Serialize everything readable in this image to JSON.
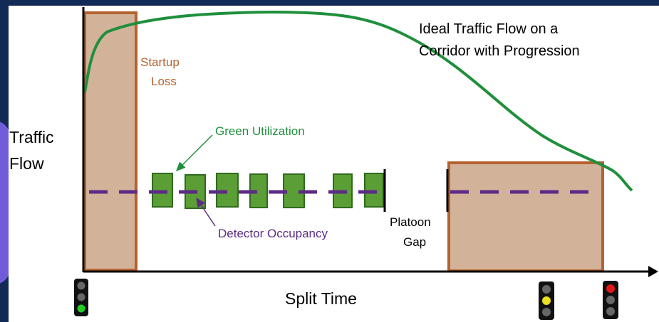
{
  "diagram": {
    "title_line1": "Ideal Traffic Flow on a",
    "title_line2": "Corridor with Progression",
    "y_label_line1": "Traffic",
    "y_label_line2": "Flow",
    "x_label": "Split Time",
    "startup_loss_line1": "Startup",
    "startup_loss_line2": "Loss",
    "green_utilization": "Green Utilization",
    "detector_occupancy": "Detector Occupancy",
    "platoon_gap_line1": "Platoon",
    "platoon_gap_line2": "Gap"
  },
  "colors": {
    "background": "#142a56",
    "box_fill": "#d3b29a",
    "box_stroke": "#b4622f",
    "flow_curve": "#1f8f3c",
    "green_block_fill": "#5a9e35",
    "green_block_stroke": "#2f6b1e",
    "occupancy_dash": "#5b2b86",
    "startup_text": "#b4622f",
    "green_text": "#1f8f3c",
    "purple_text": "#5b2b86"
  },
  "signals": [
    {
      "name": "start-signal",
      "lit": "green"
    },
    {
      "name": "yellow-signal",
      "lit": "yellow"
    },
    {
      "name": "red-signal",
      "lit": "red"
    }
  ]
}
